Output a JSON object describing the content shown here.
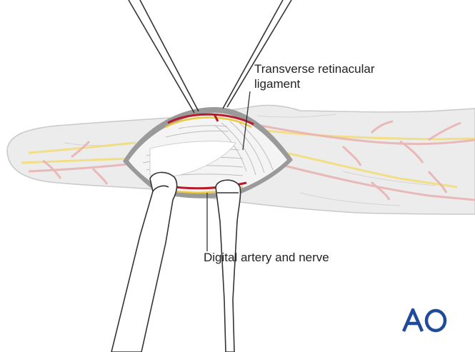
{
  "labels": {
    "ligament_line1": "Transverse retinacular",
    "ligament_line2": "ligament",
    "artery": "Digital artery and nerve"
  },
  "logo": {
    "text": "AO",
    "color": "#1f4b9a"
  },
  "colors": {
    "skin": "#ececec",
    "skin_outline": "#c9c9c9",
    "artery": "#e9b3b3",
    "artery_exposed": "#b8192b",
    "nerve": "#f2dc74",
    "wound_rim": "#8c8c8c",
    "instrument": "#ffffff",
    "line": "#333333"
  }
}
